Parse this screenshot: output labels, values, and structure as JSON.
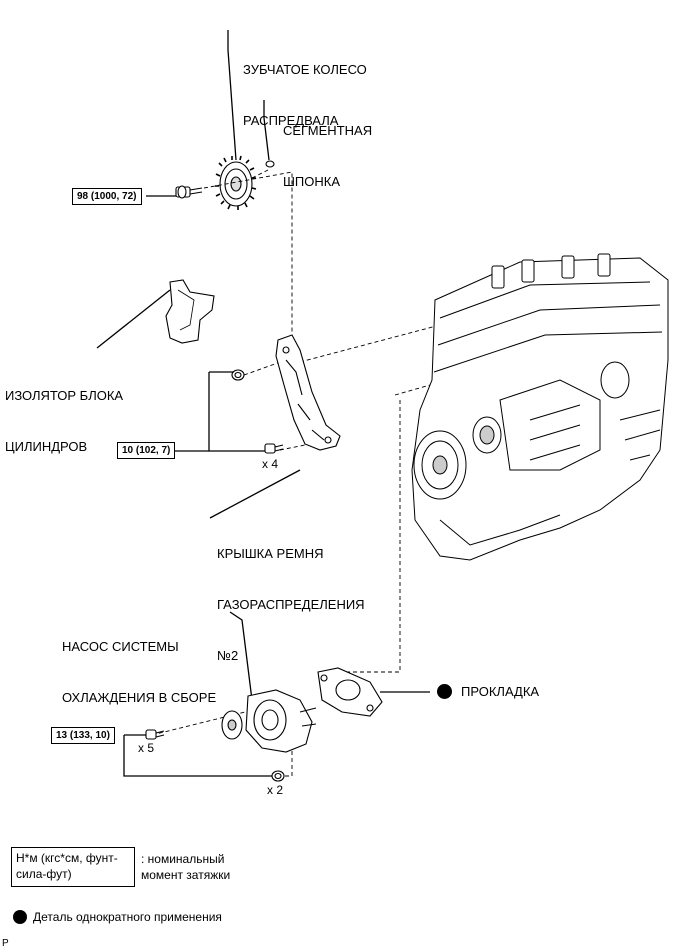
{
  "labels": {
    "camshaft_gear": [
      "ЗУБЧАТОЕ КОЛЕСО",
      "РАСПРЕДВАЛА"
    ],
    "segment_key": [
      "СЕГМЕНТНАЯ",
      "ШПОНКА"
    ],
    "cylinder_block_insulator": [
      "ИЗОЛЯТОР БЛОКА",
      "ЦИЛИНДРОВ"
    ],
    "timing_belt_cover": [
      "КРЫШКА РЕМНЯ",
      "ГАЗОРАСПРЕДЕЛЕНИЯ",
      "№2"
    ],
    "water_pump": [
      "НАСОС СИСТЕМЫ",
      "ОХЛАЖДЕНИЯ В СБОРЕ"
    ],
    "gasket": "ПРОКЛАДКА"
  },
  "torque": {
    "camshaft_bolt": "98 (1000, 72)",
    "cover_bolts": "10 (102, 7)",
    "pump_bolts": "13 (133, 10)"
  },
  "quantities": {
    "cover_bolts": "x 4",
    "pump_bolts": "x 5",
    "pump_nuts": "x 2"
  },
  "legend": {
    "torque_units": [
      "Н*м (кгс*см, фунт-",
      "сила-фут)"
    ],
    "torque_desc": [
      ": номинальный",
      "момент затяжки"
    ],
    "non_reusable": "Деталь однократного применения"
  },
  "footer": "P"
}
